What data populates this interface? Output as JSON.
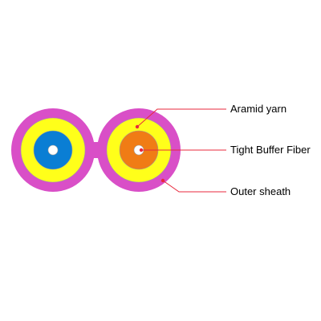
{
  "diagram": {
    "labels": {
      "aramid_yarn": "Aramid yarn",
      "tight_buffer_fiber": "Tight Buffer Fiber",
      "outer_sheath": "Outer sheath"
    },
    "colors": {
      "outer_sheath": "#d94fc7",
      "aramid_yarn": "#ffff1a",
      "tight_buffer_left": "#0a7ed4",
      "tight_buffer_right": "#f07c15",
      "fiber_core": "#ffffff",
      "callout_line": "#e8283c",
      "outline": "#9e9e9e"
    }
  }
}
